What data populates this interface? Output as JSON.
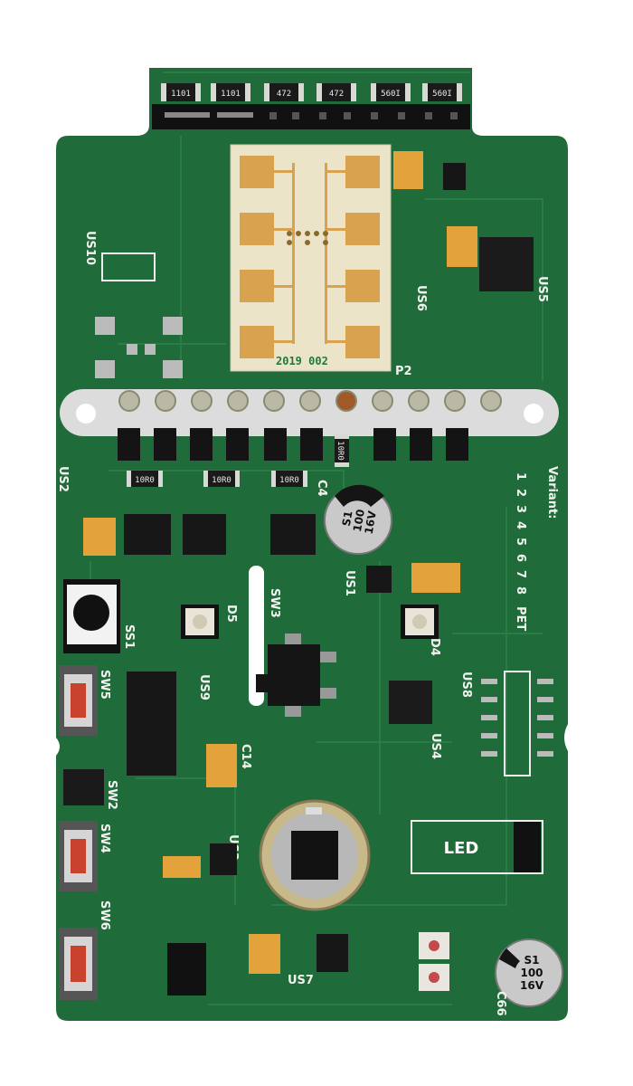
{
  "board": {
    "colors": {
      "pcb": "#1f6b3a",
      "trace": "#2a7d45",
      "antenna": "#ece4c8",
      "gold": "#d9a24e",
      "tantalum": "#e3a33a",
      "switch_red": "#c9422e"
    },
    "top_resistors": [
      "1101",
      "1101",
      "472",
      "472",
      "560I",
      "560I"
    ],
    "antenna_date": "2019 002",
    "labels": {
      "us10": "US10",
      "us6": "US6",
      "us5": "US5",
      "p2": "P2",
      "us2": "US2",
      "c4": "C4",
      "us1": "US1",
      "ss1": "SS1",
      "d5": "D5",
      "sw3": "SW3",
      "d4": "D4",
      "sw5": "SW5",
      "us9": "US9",
      "us8": "US8",
      "us4": "US4",
      "c14": "C14",
      "sw2": "SW2",
      "sw4": "SW4",
      "us3": "US3",
      "sw6": "SW6",
      "us7": "US7",
      "c66": "C66",
      "led": "LED"
    },
    "mid_resistors": [
      "10R0",
      "10R0",
      "10R0",
      "10R0"
    ],
    "variant": {
      "title": "Variant:",
      "options": [
        "1",
        "2",
        "3",
        "4",
        "5",
        "6",
        "7",
        "8",
        "PET"
      ]
    },
    "capacitor_marking": [
      "S1",
      "100",
      "16V"
    ]
  }
}
